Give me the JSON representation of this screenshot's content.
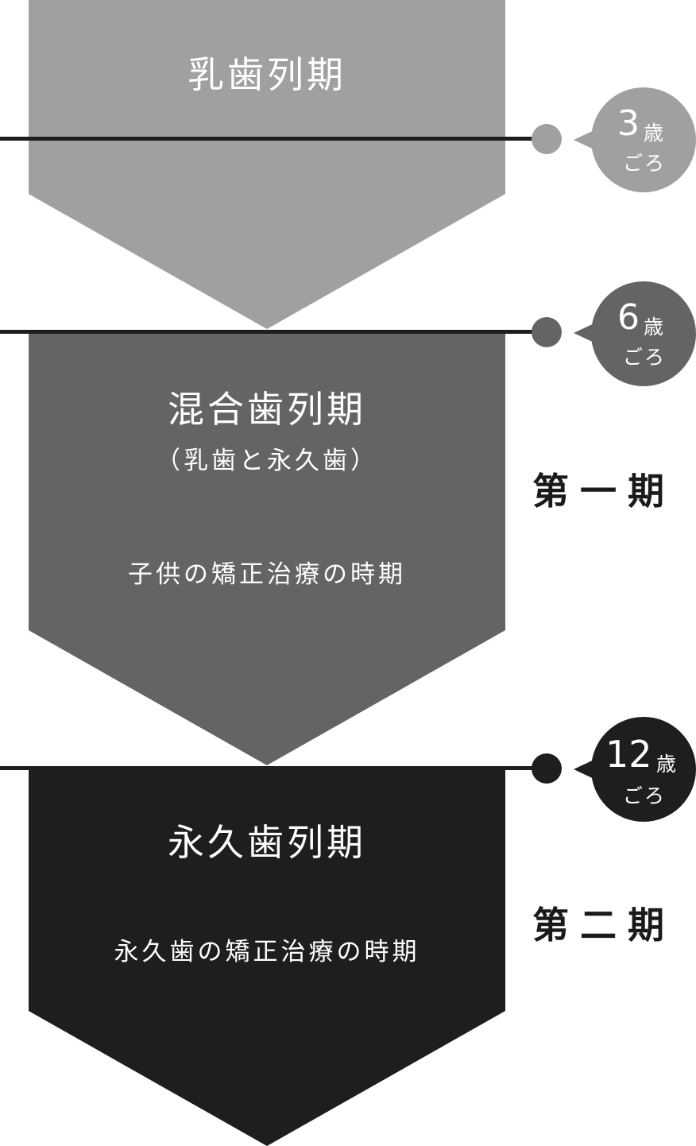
{
  "colors": {
    "primary": "#a0a0a0",
    "mixed": "#646464",
    "permanent": "#1e1e1e",
    "line": "#1e1e1e",
    "text_dark": "#1a1a1a",
    "text_light": "#ffffff"
  },
  "phases": [
    {
      "title": "乳歯列期"
    },
    {
      "title": "混合歯列期",
      "subtitle": "（乳歯と永久歯）",
      "description": "子供の矯正治療の時期"
    },
    {
      "title": "永久歯列期",
      "description": "永久歯の矯正治療の時期"
    }
  ],
  "milestones": [
    {
      "age": "3",
      "unit": "歳",
      "approx": "ごろ"
    },
    {
      "age": "6",
      "unit": "歳",
      "approx": "ごろ"
    },
    {
      "age": "12",
      "unit": "歳",
      "approx": "ごろ"
    }
  ],
  "periods": [
    {
      "label": "第一期"
    },
    {
      "label": "第二期"
    }
  ]
}
